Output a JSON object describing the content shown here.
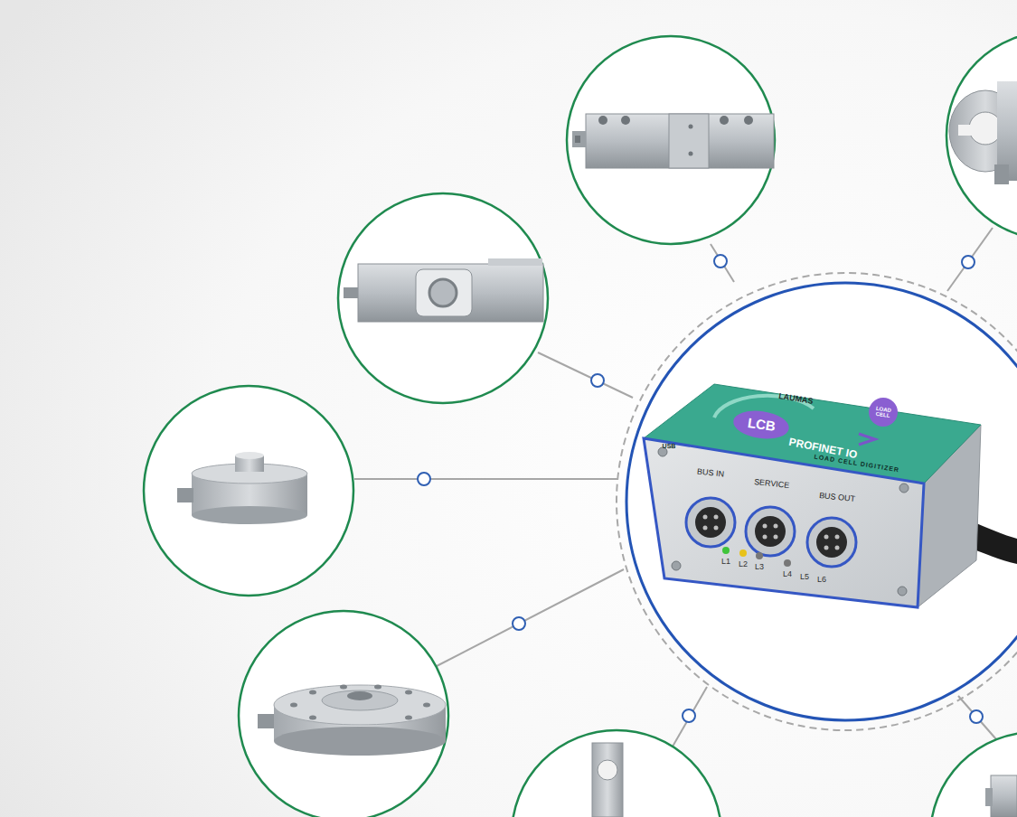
{
  "diagram": {
    "labels": [
      "LAUMAS",
      "LCB",
      "PROFINET IO",
      "LOAD CELL DIGITIZER",
      "USB",
      "LOAD CELL",
      "BUS IN",
      "SERVICE",
      "BUS OUT",
      "L1",
      "L2",
      "L3",
      "L4",
      "L5",
      "L6"
    ]
  }
}
